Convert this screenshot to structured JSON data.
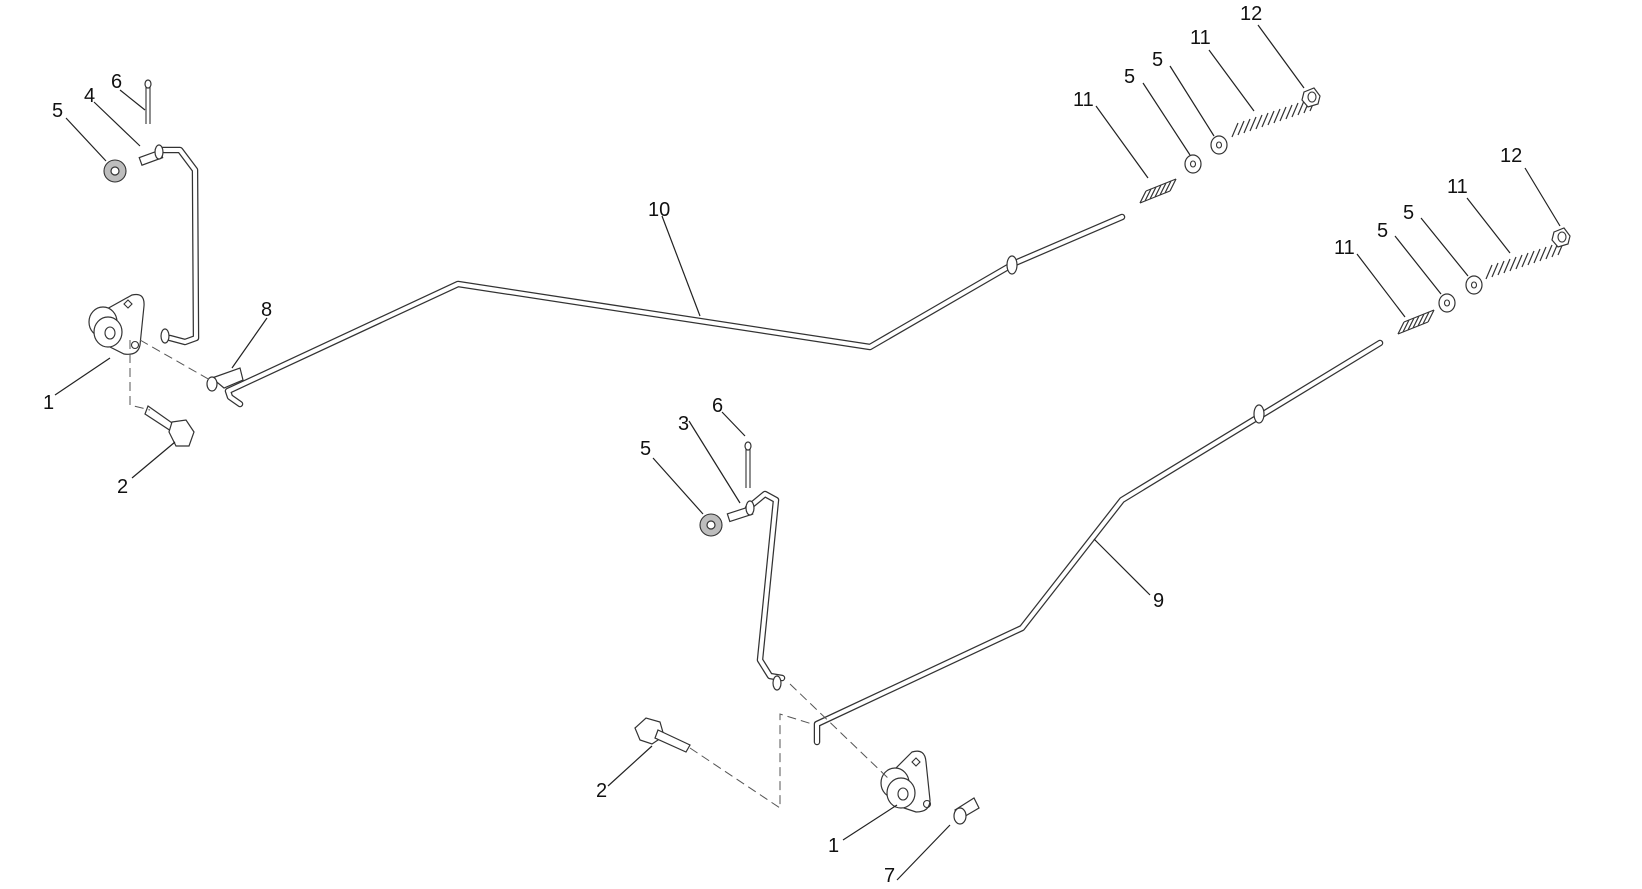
{
  "callouts": {
    "a1": "1",
    "a2": "2",
    "a4": "4",
    "a5": "5",
    "a6": "6",
    "a8": "8",
    "a10": "10",
    "b11": "11",
    "b5a": "5",
    "b5b": "5",
    "b11b": "11",
    "b12": "12",
    "c11": "11",
    "c5a": "5",
    "c5b": "5",
    "c11b": "11",
    "c12": "12",
    "d3": "3",
    "d5": "5",
    "d6": "6",
    "d9": "9",
    "d2": "2",
    "d1": "1",
    "d7": "7"
  },
  "colors": {
    "line": "#333333",
    "fill": "#ffffff",
    "shade": "#bdbdbd"
  }
}
